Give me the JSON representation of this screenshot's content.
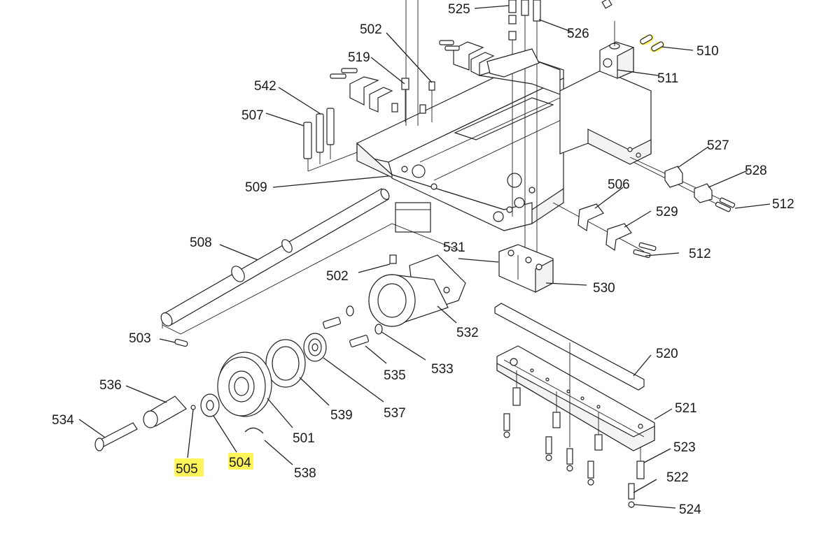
{
  "diagram": {
    "callouts": [
      {
        "id": "c525",
        "text": "525"
      },
      {
        "id": "c526",
        "text": "526"
      },
      {
        "id": "c502a",
        "text": "502"
      },
      {
        "id": "c510",
        "text": "510"
      },
      {
        "id": "c519",
        "text": "519"
      },
      {
        "id": "c511",
        "text": "511"
      },
      {
        "id": "c542",
        "text": "542"
      },
      {
        "id": "c507",
        "text": "507"
      },
      {
        "id": "c527",
        "text": "527"
      },
      {
        "id": "c509",
        "text": "509"
      },
      {
        "id": "c528",
        "text": "528"
      },
      {
        "id": "c506",
        "text": "506"
      },
      {
        "id": "c512a",
        "text": "512"
      },
      {
        "id": "c529",
        "text": "529"
      },
      {
        "id": "c508",
        "text": "508"
      },
      {
        "id": "c531",
        "text": "531"
      },
      {
        "id": "c512b",
        "text": "512"
      },
      {
        "id": "c502b",
        "text": "502"
      },
      {
        "id": "c530",
        "text": "530"
      },
      {
        "id": "c532",
        "text": "532"
      },
      {
        "id": "c503",
        "text": "503"
      },
      {
        "id": "c520",
        "text": "520"
      },
      {
        "id": "c533",
        "text": "533"
      },
      {
        "id": "c535",
        "text": "535"
      },
      {
        "id": "c536",
        "text": "536"
      },
      {
        "id": "c521",
        "text": "521"
      },
      {
        "id": "c537",
        "text": "537"
      },
      {
        "id": "c539",
        "text": "539"
      },
      {
        "id": "c534",
        "text": "534"
      },
      {
        "id": "c501",
        "text": "501"
      },
      {
        "id": "c523",
        "text": "523"
      },
      {
        "id": "c505",
        "text": "505",
        "highlight": true
      },
      {
        "id": "c504",
        "text": "504",
        "highlight": true
      },
      {
        "id": "c538",
        "text": "538"
      },
      {
        "id": "c522",
        "text": "522"
      },
      {
        "id": "c524",
        "text": "524"
      }
    ],
    "highlight_color": "#fff45a",
    "line_color": "#222222"
  }
}
